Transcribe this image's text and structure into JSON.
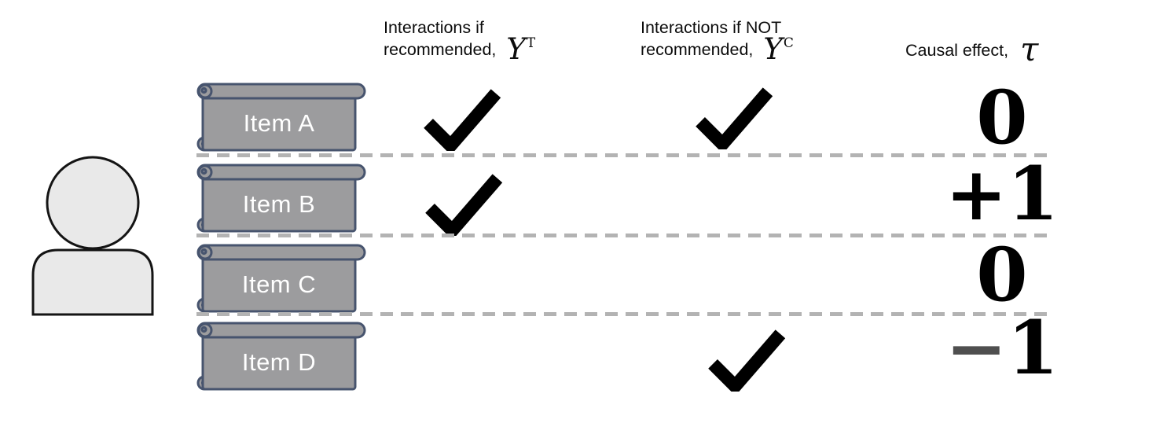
{
  "columns": [
    {
      "line1": "Interactions if",
      "line2": "recommended,",
      "symbol_base": "Y",
      "symbol_sup": "T"
    },
    {
      "line1": "Interactions if NOT",
      "line2": "recommended,",
      "symbol_base": "Y",
      "symbol_sup": "C"
    },
    {
      "label": "Causal effect,",
      "symbol": "τ"
    }
  ],
  "rows": [
    {
      "item": "Item A",
      "interaction_if_recommended": true,
      "interaction_if_not_recommended": true,
      "effect_sign": "",
      "effect_value": "0"
    },
    {
      "item": "Item B",
      "interaction_if_recommended": true,
      "interaction_if_not_recommended": false,
      "effect_sign": "+",
      "effect_value": "1"
    },
    {
      "item": "Item C",
      "interaction_if_recommended": false,
      "interaction_if_not_recommended": false,
      "effect_sign": "",
      "effect_value": "0"
    },
    {
      "item": "Item D",
      "interaction_if_recommended": false,
      "interaction_if_not_recommended": true,
      "effect_sign": "−",
      "effect_value": "1"
    }
  ],
  "icons": {
    "user": "person-icon",
    "item": "scroll-icon",
    "interaction": "checkmark-icon"
  },
  "colors": {
    "background": "#ffffff",
    "scroll_fill": "#9c9c9e",
    "scroll_border": "#47546e",
    "item_text": "#ffffff",
    "dash_line": "#b3b3b3",
    "checkmark": "#000000",
    "effect_text": "#000000",
    "minus_sign_gray": "#4f4f4f",
    "person_fill": "#e9e9e9",
    "person_border": "#141414"
  }
}
